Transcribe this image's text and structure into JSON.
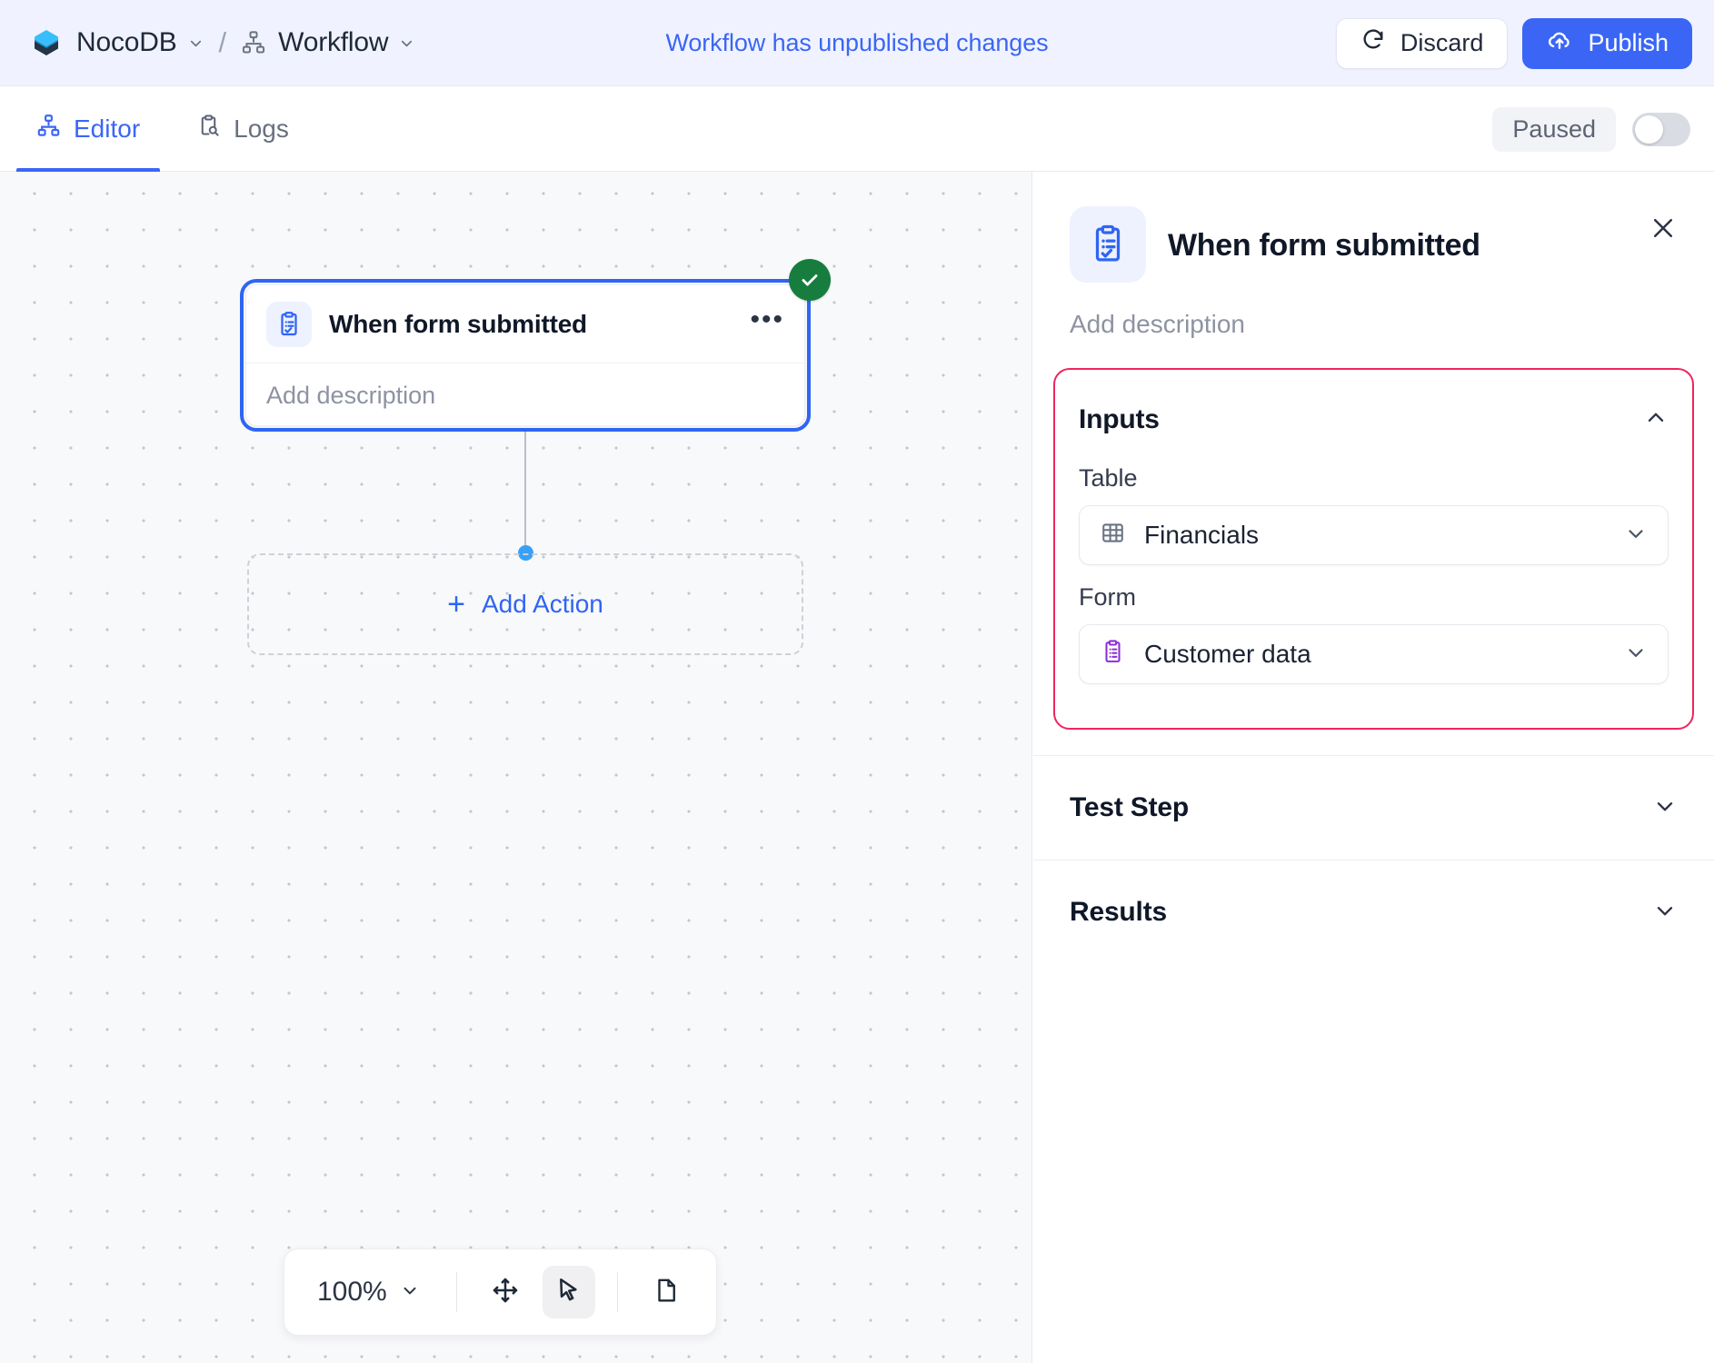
{
  "header": {
    "brand": "NocoDB",
    "breadcrumb_separator": "/",
    "workflow_name": "Workflow",
    "status_message": "Workflow has unpublished changes",
    "discard_label": "Discard",
    "publish_label": "Publish",
    "logo_icon": "nocodb-hexagon-logo",
    "brand_chevron_icon": "chevron-down-icon",
    "workflow_icon": "workflow-hierarchy-icon",
    "workflow_chevron_icon": "chevron-down-icon",
    "discard_icon": "refresh-cw-icon",
    "publish_icon": "cloud-upload-icon",
    "accent_blue": "#3b66f5",
    "header_bg": "#f0f3ff"
  },
  "tabs": {
    "items": [
      {
        "label": "Editor",
        "icon": "workflow-hierarchy-icon",
        "active": true
      },
      {
        "label": "Logs",
        "icon": "clipboard-search-icon",
        "active": false
      }
    ],
    "run_state_badge": "Paused",
    "toggle_state": "off"
  },
  "canvas": {
    "node": {
      "title": "When form submitted",
      "description_placeholder": "Add description",
      "icon": "clipboard-check-icon",
      "menu_icon": "more-horizontal-icon",
      "status_icon": "check-circle-icon",
      "status_color": "#177d3e",
      "selected": true
    },
    "add_action": {
      "label": "Add Action",
      "plus_icon": "plus-icon"
    },
    "toolbar": {
      "zoom_level": "100%",
      "zoom_chevron_icon": "chevron-down-icon",
      "pan_tool_icon": "move-icon",
      "select_tool_icon": "cursor-pointer-icon",
      "fit_view_icon": "document-page-icon",
      "active_tool": "select"
    }
  },
  "panel": {
    "title": "When form submitted",
    "icon": "clipboard-check-icon",
    "close_icon": "close-icon",
    "description_placeholder": "Add description",
    "inputs": {
      "title": "Inputs",
      "expanded": true,
      "chevron_icon": "chevron-up-icon",
      "highlight_color": "#ef2560",
      "fields": [
        {
          "label": "Table",
          "value": "Financials",
          "icon": "table-grid-icon",
          "icon_color": "#64748b",
          "chevron_icon": "chevron-down-icon"
        },
        {
          "label": "Form",
          "value": "Customer data",
          "icon": "form-clipboard-icon",
          "icon_color": "#8b2fd6",
          "chevron_icon": "chevron-down-icon"
        }
      ]
    },
    "sections": [
      {
        "title": "Test Step",
        "expanded": false,
        "chevron_icon": "chevron-down-icon"
      },
      {
        "title": "Results",
        "expanded": false,
        "chevron_icon": "chevron-down-icon"
      }
    ]
  }
}
